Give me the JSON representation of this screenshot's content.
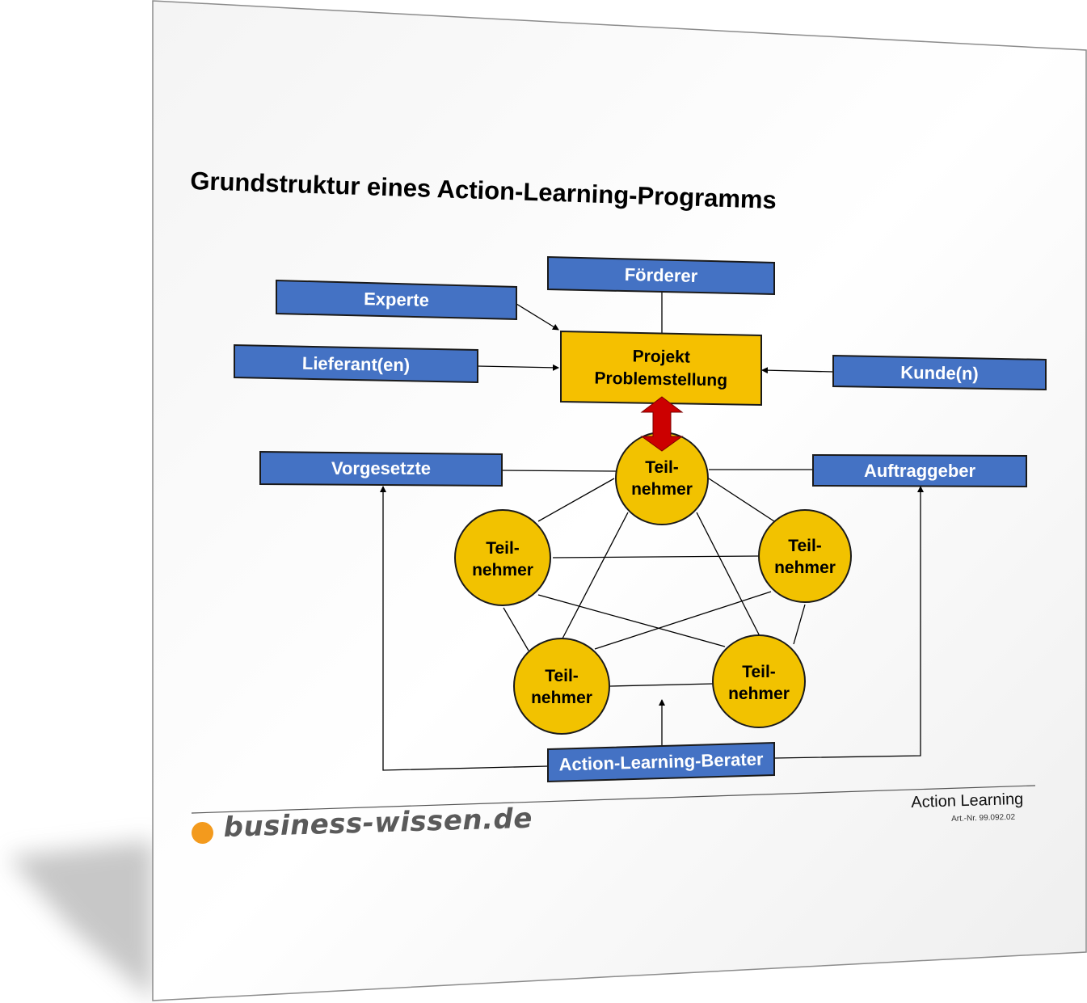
{
  "title": "Grundstruktur eines Action-Learning-Programms",
  "colors": {
    "box_fill": "#4472c4",
    "box_text": "#ffffff",
    "project_fill": "#f5c000",
    "circle_fill": "#f2c200",
    "arrow_red": "#cc0000",
    "brand_dot": "#f39a1d"
  },
  "nodes": {
    "foerderer": "Förderer",
    "experte": "Experte",
    "lieferant": "Lieferant(en)",
    "kunde": "Kunde(n)",
    "projekt_line1": "Projekt",
    "projekt_line2": "Problemstellung",
    "vorgesetzte": "Vorgesetzte",
    "auftraggeber": "Auftraggeber",
    "berater": "Action-Learning-Berater"
  },
  "participants": [
    {
      "line1": "Teil-",
      "line2": "nehmer"
    },
    {
      "line1": "Teil-",
      "line2": "nehmer"
    },
    {
      "line1": "Teil-",
      "line2": "nehmer"
    },
    {
      "line1": "Teil-",
      "line2": "nehmer"
    },
    {
      "line1": "Teil-",
      "line2": "nehmer"
    }
  ],
  "footer": {
    "brand": "business-wissen.de",
    "doc_title": "Action Learning",
    "article_no": "Art.-Nr. 99.092.02"
  }
}
